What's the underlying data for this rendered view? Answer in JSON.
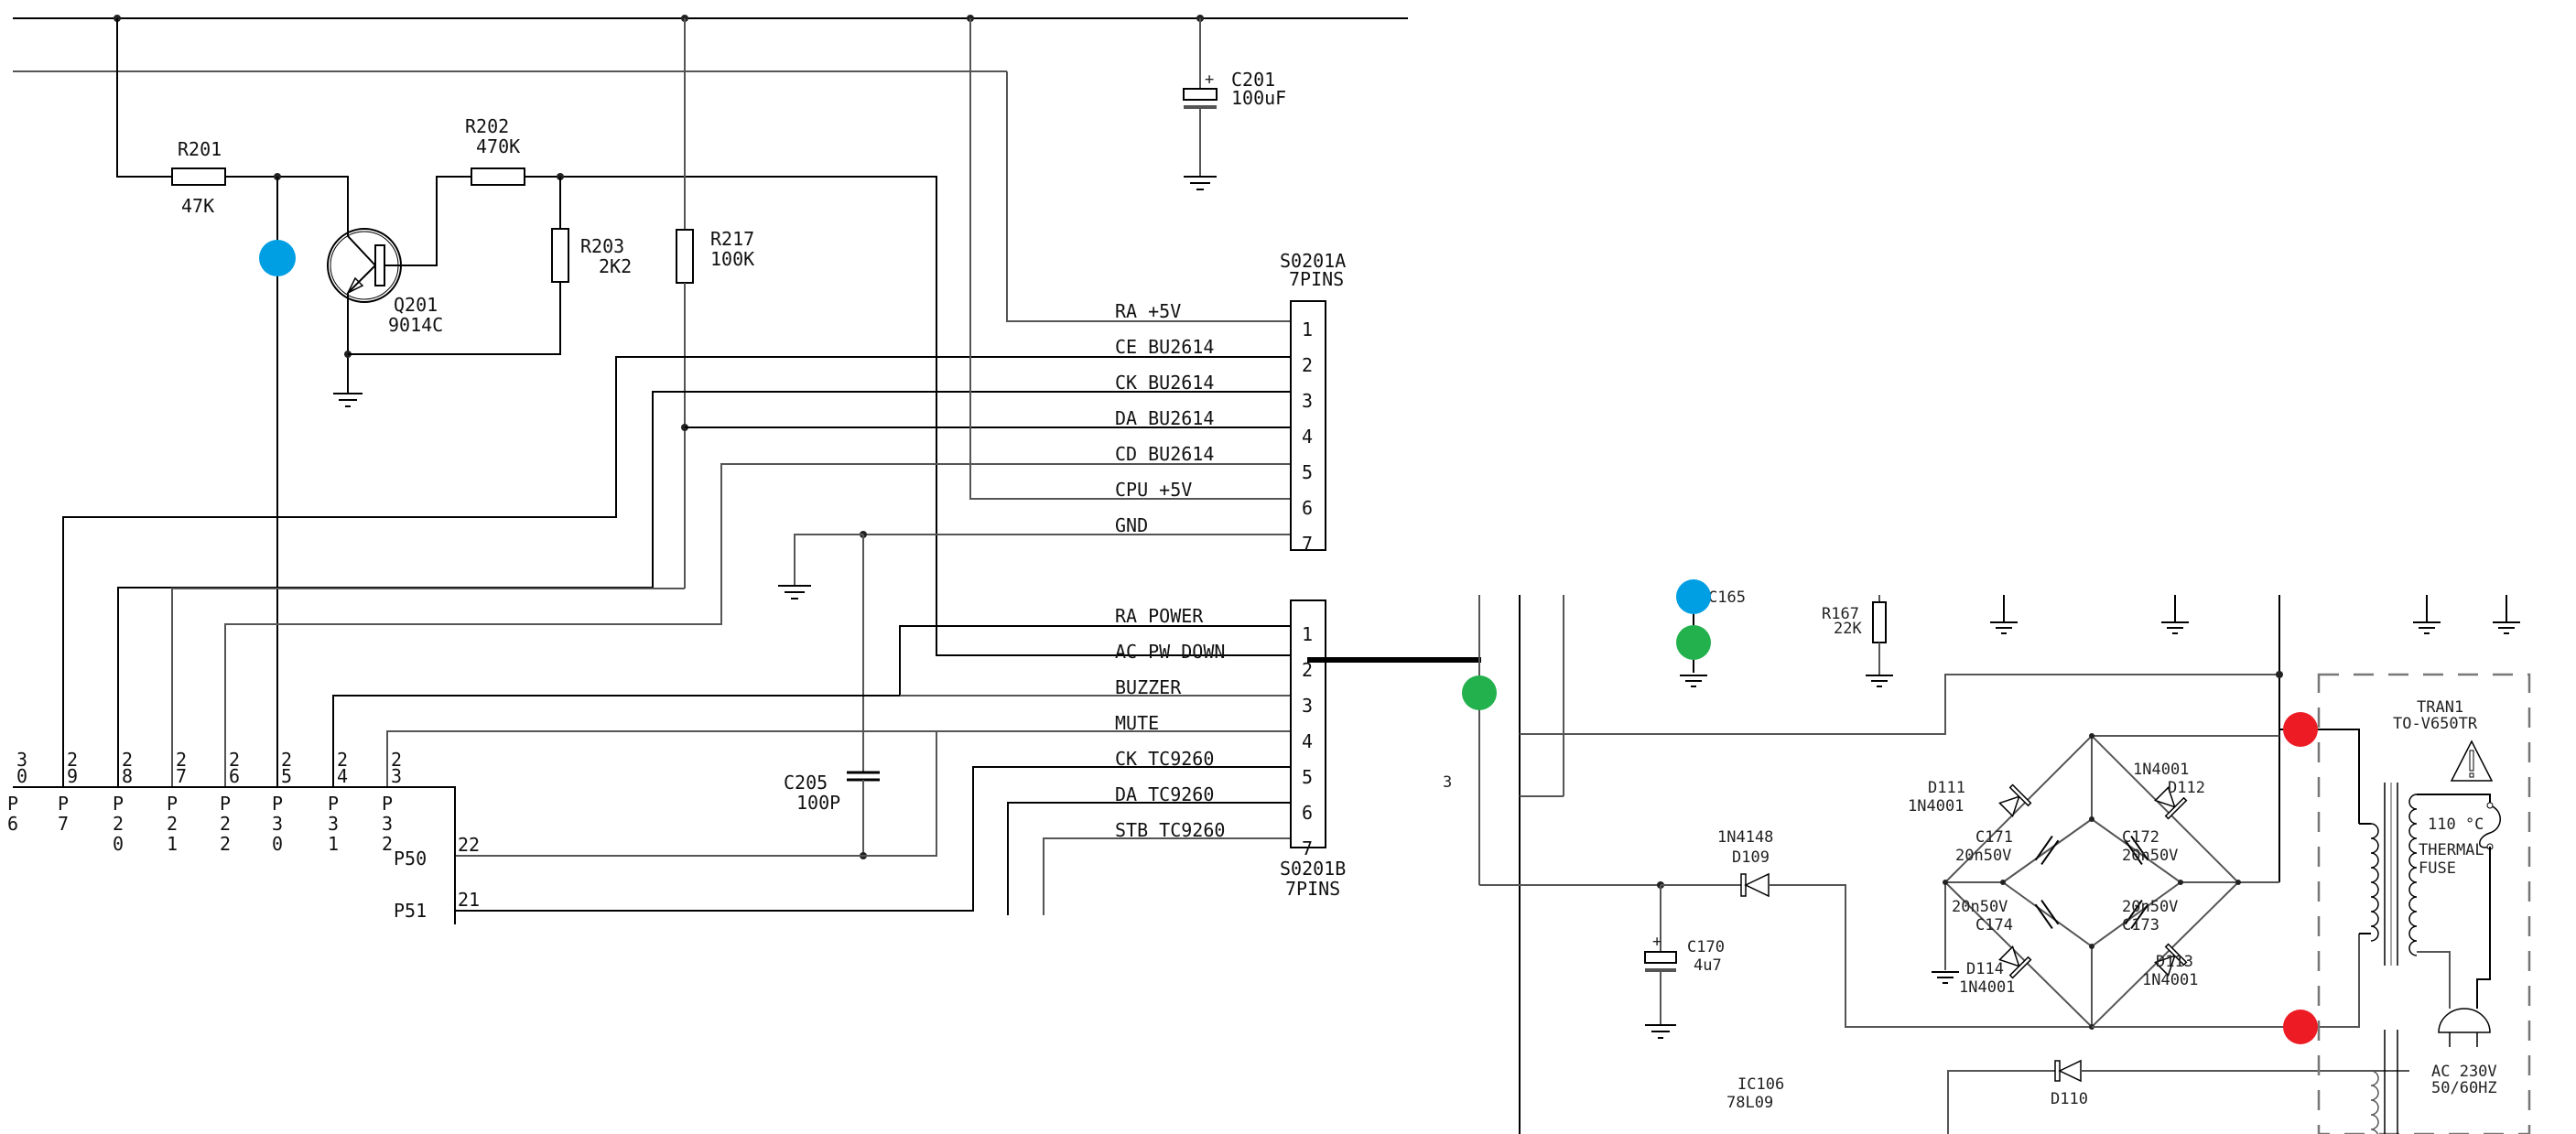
{
  "title": "Radio/CPU interface and power supply schematic",
  "components": {
    "r201": {
      "ref": "R201",
      "value": "47K"
    },
    "r202": {
      "ref": "R202",
      "value": "470K"
    },
    "r203": {
      "ref": "R203",
      "value": "2K2"
    },
    "r217": {
      "ref": "R217",
      "value": "100K"
    },
    "q201": {
      "ref": "Q201",
      "value": "9014C"
    },
    "c201": {
      "ref": "C201",
      "value": "100uF",
      "polarity": "+"
    },
    "c205": {
      "ref": "C205",
      "value": "100P"
    },
    "r167": {
      "ref": "R167",
      "value": "22K"
    },
    "c165": {
      "ref": "C165",
      "value": ""
    },
    "c170": {
      "ref": "C170",
      "value": "4u7",
      "polarity": "+"
    },
    "d109": {
      "ref": "D109",
      "value": "1N4148"
    },
    "d110": {
      "ref": "D110"
    },
    "d111": {
      "ref": "D111",
      "value": "1N4001"
    },
    "d112": {
      "ref": "D112",
      "value": "1N4001"
    },
    "d113": {
      "ref": "D113",
      "value": "1N4001"
    },
    "d114": {
      "ref": "D114",
      "value": "1N4001"
    },
    "c171": {
      "ref": "C171",
      "value": "20n50V"
    },
    "c172": {
      "ref": "C172",
      "value": "20n50V"
    },
    "c173": {
      "ref": "C173",
      "value": "20n50V"
    },
    "c174": {
      "ref": "C174",
      "value": "20n50V"
    },
    "ic106": {
      "ref": "IC106",
      "value": "78L09"
    },
    "tran1": {
      "ref": "TRAN1",
      "value": "TO-V650TR"
    },
    "fuse": {
      "temp": "110 °C",
      "line1": "THERMAL",
      "line2": "FUSE"
    },
    "mains": {
      "line1": "AC 230V",
      "line2": "50/60HZ"
    }
  },
  "connector_a": {
    "ref": "S0201A",
    "pins_label": "7PINS",
    "pins": [
      {
        "num": "1",
        "signal": "RA +5V"
      },
      {
        "num": "2",
        "signal": "CE BU2614"
      },
      {
        "num": "3",
        "signal": "CK BU2614"
      },
      {
        "num": "4",
        "signal": "DA BU2614"
      },
      {
        "num": "5",
        "signal": "CD BU2614"
      },
      {
        "num": "6",
        "signal": "CPU +5V"
      },
      {
        "num": "7",
        "signal": "GND"
      }
    ]
  },
  "connector_b": {
    "ref": "S0201B",
    "pins_label": "7PINS",
    "pins": [
      {
        "num": "1",
        "signal": "RA POWER"
      },
      {
        "num": "2",
        "signal": "AC PW DOWN"
      },
      {
        "num": "3",
        "signal": "BUZZER"
      },
      {
        "num": "4",
        "signal": "MUTE"
      },
      {
        "num": "5",
        "signal": "CK TC9260"
      },
      {
        "num": "6",
        "signal": "DA TC9260"
      },
      {
        "num": "7",
        "signal": "STB TC9260"
      }
    ]
  },
  "mcu": {
    "top_pins": [
      {
        "num": "30",
        "name": "P6"
      },
      {
        "num": "29",
        "name": "P7"
      },
      {
        "num": "28",
        "name": "P20"
      },
      {
        "num": "27",
        "name": "P21"
      },
      {
        "num": "26",
        "name": "P22"
      },
      {
        "num": "25",
        "name": "P30"
      },
      {
        "num": "24",
        "name": "P31"
      },
      {
        "num": "23",
        "name": "P32"
      }
    ],
    "side_pins": [
      {
        "num": "22",
        "name": "P50"
      },
      {
        "num": "21",
        "name": "P51"
      }
    ]
  },
  "markers": {
    "blue": "#009fe3",
    "green": "#22b14c",
    "red": "#ed1c24"
  },
  "stray_labels": {
    "left_edge": "3"
  }
}
